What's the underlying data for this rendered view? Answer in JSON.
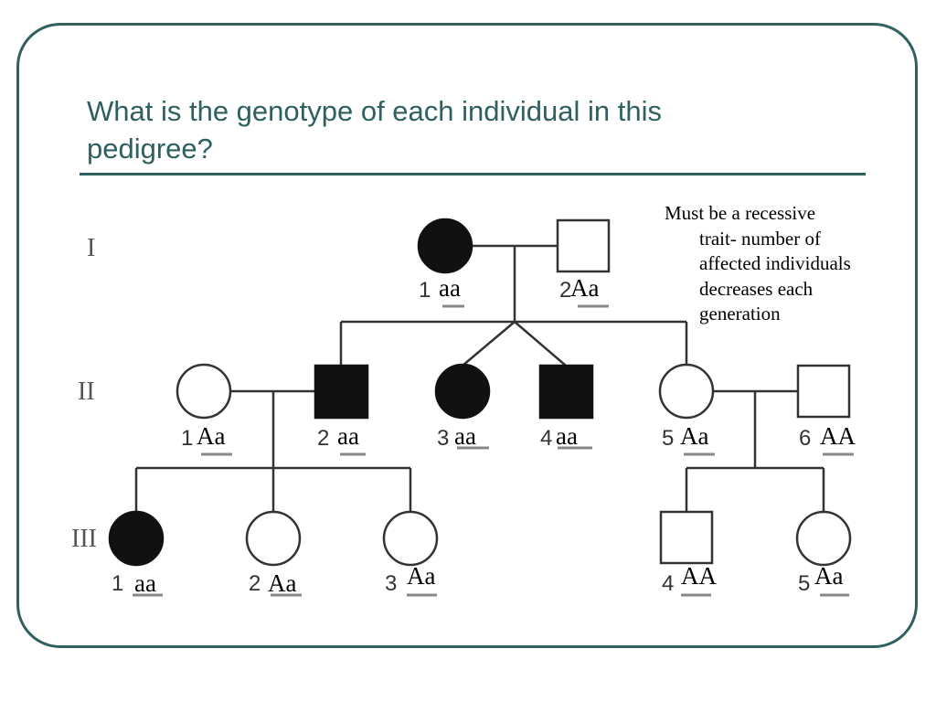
{
  "slide": {
    "title_line1": "What is the genotype of each individual in this",
    "title_line2": "pedigree?",
    "note": {
      "line1": "Must be a recessive",
      "line2": "trait- number of",
      "line3": "affected individuals",
      "line4": "decreases each",
      "line5": "generation"
    }
  },
  "generations": [
    "I",
    "II",
    "III"
  ],
  "individuals": {
    "I_1": {
      "num": "1",
      "genotype": "aa",
      "sex": "female",
      "affected": true
    },
    "I_2": {
      "num": "2",
      "genotype": "Aa",
      "sex": "male",
      "affected": false
    },
    "II_1": {
      "num": "1",
      "genotype": "Aa",
      "sex": "female",
      "affected": false
    },
    "II_2": {
      "num": "2",
      "genotype": "aa",
      "sex": "male",
      "affected": true
    },
    "II_3": {
      "num": "3",
      "genotype": "aa",
      "sex": "female",
      "affected": true
    },
    "II_4": {
      "num": "4",
      "genotype": "aa",
      "sex": "male",
      "affected": true
    },
    "II_5": {
      "num": "5",
      "genotype": "Aa",
      "sex": "female",
      "affected": false
    },
    "II_6": {
      "num": "6",
      "genotype": "AA",
      "sex": "male",
      "affected": false
    },
    "III_1": {
      "num": "1",
      "genotype": "aa",
      "sex": "female",
      "affected": true
    },
    "III_2": {
      "num": "2",
      "genotype": "Aa",
      "sex": "female",
      "affected": false
    },
    "III_3": {
      "num": "3",
      "genotype": "Aa",
      "sex": "female",
      "affected": false
    },
    "III_4": {
      "num": "4",
      "genotype": "AA",
      "sex": "male",
      "affected": false
    },
    "III_5": {
      "num": "5",
      "genotype": "Aa",
      "sex": "female",
      "affected": false
    }
  },
  "colors": {
    "accent": "#2f6060",
    "affected": "#111111",
    "unaffected": "#ffffff",
    "underline": "#888888"
  }
}
